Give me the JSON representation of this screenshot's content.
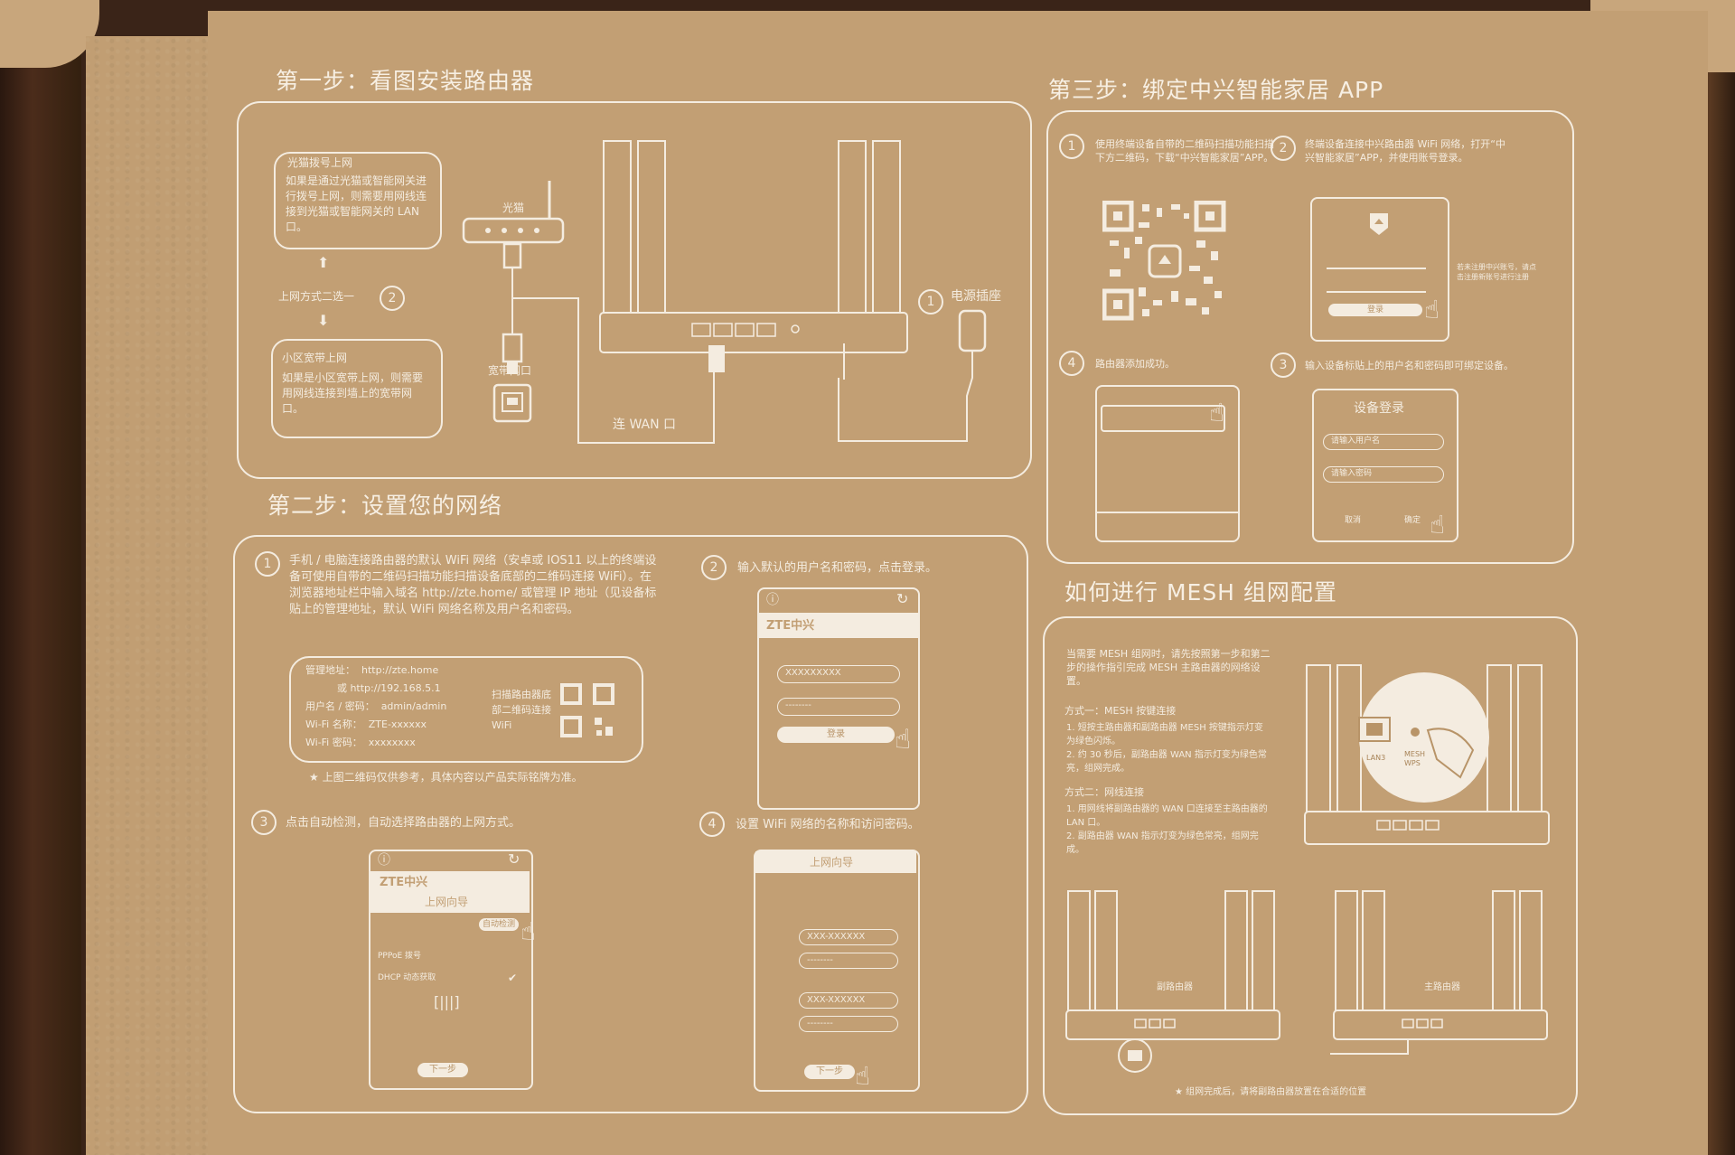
{
  "step1": {
    "heading": "第一步：看图安装路由器",
    "fiber_title": "光猫拨号上网",
    "fiber_text": "如果是通过光猫或智能网关进行拨号上网，则需要用网线连接到光猫或智能网关的 LAN 口。",
    "choose": "上网方式二选一",
    "broadband_title": "小区宽带上网",
    "broadband_text": "如果是小区宽带上网，则需要用网线连接到墙上的宽带网口。",
    "modem_label": "光猫",
    "wall_port_label": "宽带网口",
    "wan_label": "连 WAN 口",
    "power_label": "电源插座",
    "num1": "1",
    "num2": "2"
  },
  "step2": {
    "heading": "第二步：设置您的网络",
    "s1_num": "1",
    "s1_text": "手机 / 电脑连接路由器的默认 WiFi 网络（安卓或 IOS11 以上的终端设备可使用自带的二维码扫描功能扫描设备底部的二维码连接 WiFi）。在浏览器地址栏中输入域名 http://zte.home/ 或管理 IP 地址（见设备标贴上的管理地址，默认 WiFi 网络名称及用户名和密码。",
    "label_lines": [
      "管理地址：  http://zte.home",
      "          或 http://192.168.5.1",
      "用户名 / 密码：  admin/admin",
      "Wi-Fi 名称：  ZTE-xxxxxx",
      "Wi-Fi 密码：  xxxxxxxx"
    ],
    "qr_text": "扫描路由器底部二维码连接 WiFi",
    "note": "★ 上图二维码仅供参考，具体内容以产品实际铭牌为准。",
    "s2_num": "2",
    "s2_text": "输入默认的用户名和密码，点击登录。",
    "phone2_brand": "ZTE中兴",
    "phone2_user": "XXXXXXXXX",
    "phone2_pw": "--------",
    "phone2_btn": "登录",
    "s3_num": "3",
    "s3_text": "点击自动检测，自动选择路由器的上网方式。",
    "phone3_brand": "ZTE中兴",
    "phone3_title": "上网向导",
    "phone3_auto": "自动检测",
    "phone3_row1": "PPPoE 拨号",
    "phone3_row2": "DHCP 动态获取",
    "phone3_next": "下一步",
    "s4_num": "4",
    "s4_text": "设置 WiFi 网络的名称和访问密码。",
    "phone4_title": "上网向导",
    "phone4_f1": "XXX-XXXXXX",
    "phone4_f2": "--------",
    "phone4_f3": "XXX-XXXXXX",
    "phone4_f4": "--------",
    "phone4_next": "下一步"
  },
  "step3": {
    "heading": "第三步：绑定中兴智能家居 APP",
    "n1": "1",
    "t1": "使用终端设备自带的二维码扫描功能扫描下方二维码，下载“中兴智能家居”APP。",
    "n2": "2",
    "t2": "终端设备连接中兴路由器 WiFi 网络，打开“中兴智能家居”APP，并使用账号登录。",
    "app_login": "登录",
    "app_hint": "若未注册中兴账号，请点击注册新账号进行注册",
    "n4": "4",
    "t4": "路由器添加成功。",
    "n3": "3",
    "t3": "输入设备标贴上的用户名和密码即可绑定设备。",
    "device_login": "设备登录",
    "user_ph": "请输入用户名",
    "pw_ph": "请输入密码",
    "cancel": "取消",
    "confirm": "确定"
  },
  "mesh": {
    "heading": "如何进行 MESH 组网配置",
    "intro": "当需要 MESH 组网时，请先按照第一步和第二步的操作指引完成 MESH 主路由器的网络设置。",
    "m1_title": "方式一：MESH 按键连接",
    "m1_text": "1. 短按主路由器和副路由器 MESH 按键指示灯变为绿色闪烁。\n2. 约 30 秒后，副路由器 WAN 指示灯变为绿色常亮，组网完成。",
    "m2_title": "方式二：网线连接",
    "m2_text": "1. 用网线将副路由器的 WAN 口连接至主路由器的 LAN 口。\n2. 副路由器 WAN 指示灯变为绿色常亮，组网完成。",
    "lan_label": "LAN3",
    "wps_label": "MESH WPS",
    "sub_router": "副路由器",
    "main_router": "主路由器",
    "footnote": "★ 组网完成后，请将副路由器放置在合适的位置"
  }
}
